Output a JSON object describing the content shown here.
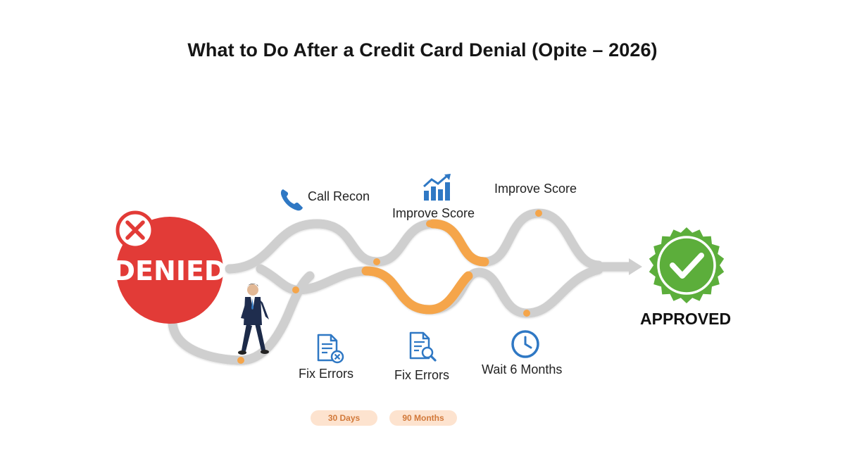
{
  "title": "What to Do After a Credit Card Denial (Opite – 2026)",
  "start": {
    "label": "DENIED"
  },
  "end": {
    "label": "APPROVED"
  },
  "steps": [
    {
      "label": "Call Recon",
      "icon": "phone-icon"
    },
    {
      "label": "Improve Score",
      "icon": "bar-chart-trend-icon"
    },
    {
      "label": "Improve Score",
      "icon": ""
    },
    {
      "label": "Fix Errors",
      "icon": "document-x-icon"
    },
    {
      "label": "Fix Errors",
      "icon": "document-search-icon"
    },
    {
      "label": "Wait 6 Months",
      "icon": "clock-icon"
    }
  ],
  "timeline": [
    "30 Days",
    "90 Months"
  ],
  "colors": {
    "denied": "#e23b37",
    "approved": "#5cae3b",
    "path": "#cfcfcf",
    "highlight": "#f5a54a",
    "icon": "#2f78c4",
    "pill_bg": "#fde3cf",
    "pill_text": "#d2793a"
  }
}
